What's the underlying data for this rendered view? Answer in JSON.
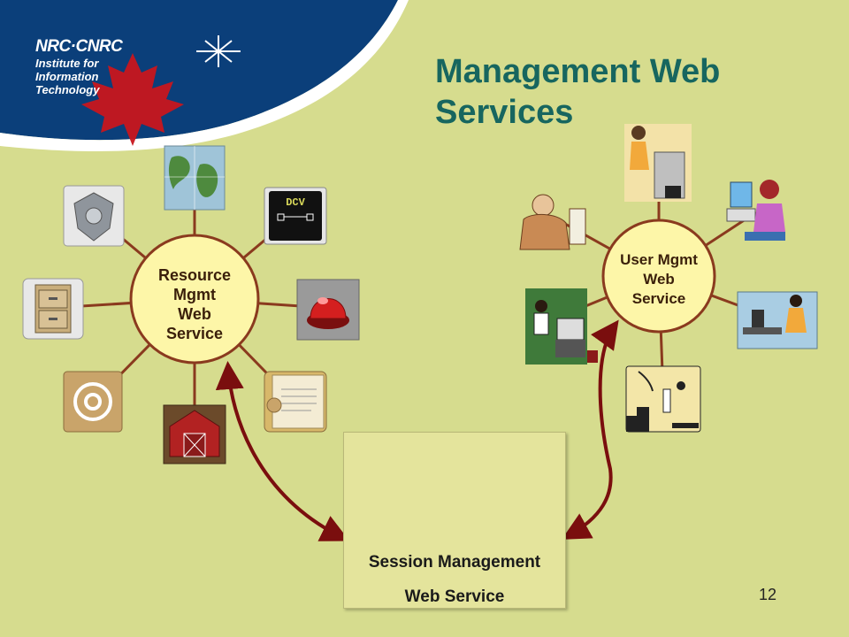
{
  "logo": {
    "brand": "NRC·CNRC",
    "line1": "Institute for",
    "line2": "Information",
    "line3": "Technology"
  },
  "title": {
    "line1": "Management Web",
    "line2": "Services"
  },
  "resource_hub": {
    "line1": "Resource",
    "line2": "Mgmt",
    "line3": "Web",
    "line4": "Service"
  },
  "user_hub": {
    "line1": "User Mgmt",
    "line2": "Web",
    "line3": "Service"
  },
  "session": {
    "line1": "Session Management",
    "line2": "Web Service"
  },
  "icons": {
    "dcv_label": "DCV"
  },
  "page_number": "12",
  "colors": {
    "background": "#d6dc8e",
    "title": "#17665f",
    "spoke": "#8a3a1e",
    "hub_fill": "#fdf6a8",
    "arrow": "#7a0e0e",
    "banner_blue": "#0b3f7a",
    "maple_red": "#c8161d"
  }
}
